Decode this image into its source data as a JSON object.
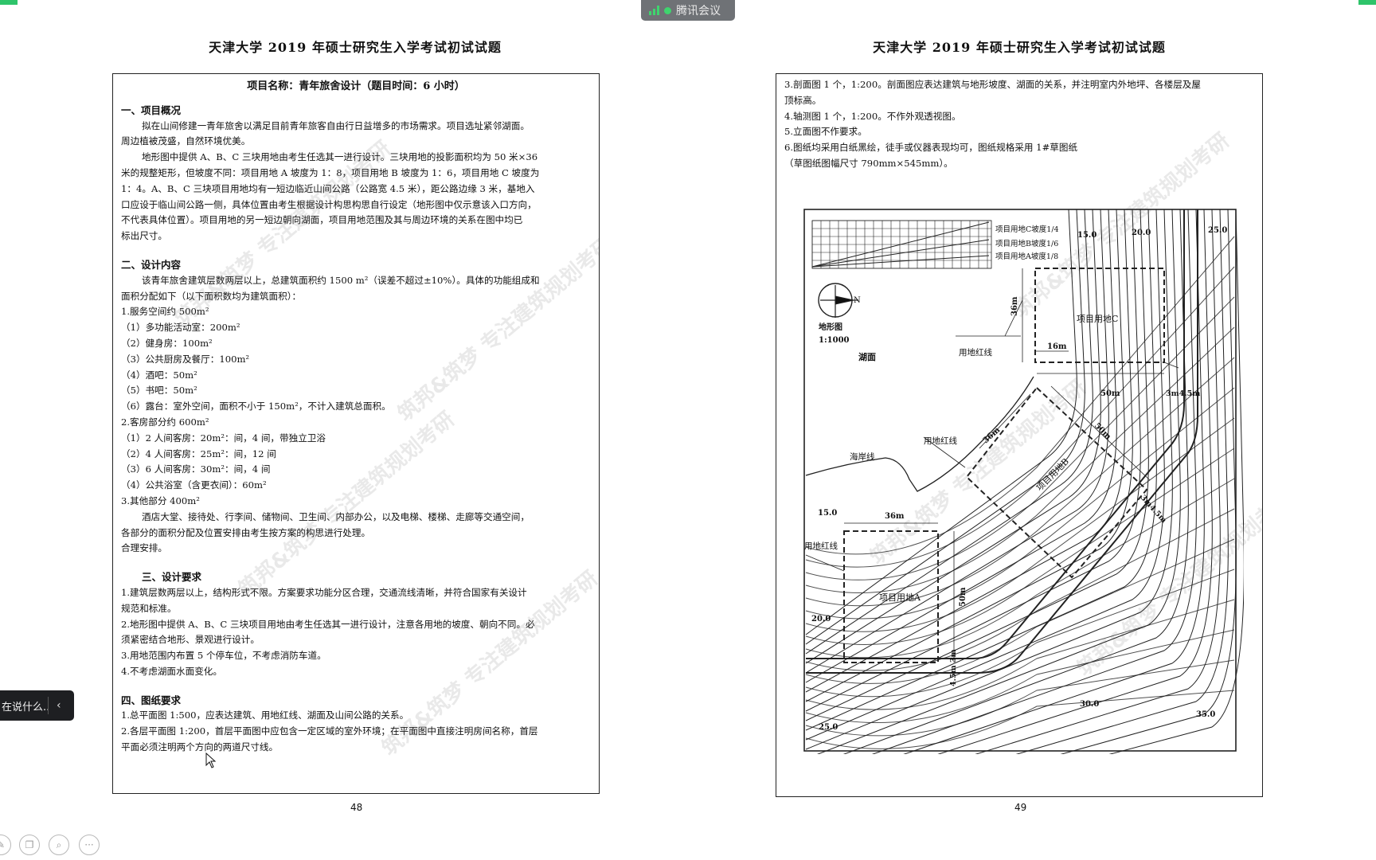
{
  "meeting_tab": {
    "label": "腾讯会议"
  },
  "left_page": {
    "header": "天津大学 2019 年硕士研究生入学考试初试试题",
    "main_title": "项目名称：青年旅舍设计（题目时间：6 小时）",
    "lines": [
      {
        "t": "一、项目概况",
        "k": "heading"
      },
      {
        "t": "拟在山间修建一青年旅舍以满足目前青年旅客自由行日益增多的市场需求。项目选址紧邻湖面。",
        "k": "indent"
      },
      {
        "t": "周边植被茂盛，自然环境优美。",
        "k": "line"
      },
      {
        "t": "地形图中提供 A、B、C 三块用地由考生任选其一进行设计。三块用地的投影面积均为 50 米×36",
        "k": "indent"
      },
      {
        "t": "米的规整矩形，但坡度不同：项目用地 A 坡度为 1：8，项目用地 B 坡度为 1：6，项目用地 C 坡度为",
        "k": "line"
      },
      {
        "t": "1：4。A、B、C 三块项目用地均有一短边临近山间公路（公路宽 4.5 米），距公路边缘 3 米，基地入",
        "k": "line"
      },
      {
        "t": "口应设于临山间公路一侧，具体位置由考生根据设计构思构思自行设定（地形图中仅示意该入口方向，",
        "k": "line"
      },
      {
        "t": "不代表具体位置）。项目用地的另一短边朝向湖面，项目用地范围及其与周边环境的关系在图中均已",
        "k": "line"
      },
      {
        "t": "标出尺寸。",
        "k": "line"
      },
      {
        "t": "",
        "k": "gap"
      },
      {
        "t": "二、设计内容",
        "k": "heading"
      },
      {
        "t": "该青年旅舍建筑层数两层以上，总建筑面积约 1500 m²（误差不超过±10%）。具体的功能组成和",
        "k": "indent"
      },
      {
        "t": "面积分配如下（以下面积数均为建筑面积）：",
        "k": "line"
      },
      {
        "t": "1.服务空间约 500m²",
        "k": "line"
      },
      {
        "t": "（1）多功能活动室：200m²",
        "k": "line"
      },
      {
        "t": "（2）健身房：100m²",
        "k": "line"
      },
      {
        "t": "（3）公共厨房及餐厅：100m²",
        "k": "line"
      },
      {
        "t": "（4）酒吧：50m²",
        "k": "line"
      },
      {
        "t": "（5）书吧：50m²",
        "k": "line"
      },
      {
        "t": "（6）露台：室外空间，面积不小于 150m²，不计入建筑总面积。",
        "k": "line"
      },
      {
        "t": "2.客房部分约 600m²",
        "k": "line"
      },
      {
        "t": "（1）2 人间客房：20m²：间，4 间，带独立卫浴",
        "k": "line"
      },
      {
        "t": "（2）4 人间客房：25m²：间，12 间",
        "k": "line"
      },
      {
        "t": "（3）6 人间客房：30m²：间，4 间",
        "k": "line"
      },
      {
        "t": "（4）公共浴室（含更衣间）：60m²",
        "k": "line"
      },
      {
        "t": "3.其他部分 400m²",
        "k": "line"
      },
      {
        "t": "酒店大堂、接待处、行李间、储物间、卫生间、内部办公，以及电梯、楼梯、走廊等交通空间，",
        "k": "indent"
      },
      {
        "t": "各部分的面积分配及位置安排由考生按方案的构思进行处理。",
        "k": "line"
      },
      {
        "t": "合理安排。",
        "k": "line"
      },
      {
        "t": "",
        "k": "gap"
      },
      {
        "t": "三、设计要求",
        "k": "heading-indent"
      },
      {
        "t": "1.建筑层数两层以上，结构形式不限。方案要求功能分区合理，交通流线清晰，并符合国家有关设计",
        "k": "line"
      },
      {
        "t": "规范和标准。",
        "k": "line"
      },
      {
        "t": "2.地形图中提供 A、B、C 三块项目用地由考生任选其一进行设计，注意各用地的坡度、朝向不同。必",
        "k": "line"
      },
      {
        "t": "须紧密结合地形、景观进行设计。",
        "k": "line"
      },
      {
        "t": "3.用地范围内布置 5 个停车位，不考虑消防车道。",
        "k": "line"
      },
      {
        "t": "4.不考虑湖面水面变化。",
        "k": "line"
      },
      {
        "t": "",
        "k": "gap"
      },
      {
        "t": "四、图纸要求",
        "k": "heading"
      },
      {
        "t": "1.总平面图 1:500，应表达建筑、用地红线、湖面及山间公路的关系。",
        "k": "line"
      },
      {
        "t": "2.各层平面图 1:200，首层平面图中应包含一定区域的室外环境；在平面图中直接注明房间名称，首层",
        "k": "line"
      },
      {
        "t": "平面必须注明两个方向的两道尺寸线。",
        "k": "line"
      }
    ],
    "page_number": "48"
  },
  "right_page": {
    "header": "天津大学 2019 年硕士研究生入学考试初试试题",
    "lines": [
      "3.剖面图 1 个，1:200。剖面图应表达建筑与地形坡度、湖面的关系，并注明室内外地坪、各楼层及屋",
      "顶标高。",
      "4.轴测图 1 个，1:200。不作外观透视图。",
      "5.立面图不作要求。",
      "6.图纸均采用白纸黑绘，徒手或仪器表现均可，图纸规格采用 1#草图纸",
      "（草图纸图幅尺寸 790mm×545mm）。"
    ],
    "page_number": "49",
    "map": {
      "legend_c": "项目用地C坡度1/4",
      "legend_b": "项目用地B坡度1/6",
      "legend_a": "项目用地A坡度1/8",
      "north": "N",
      "map_title": "地形图",
      "map_scale": "1:1000",
      "lake": "湖面",
      "shoreline": "海岸线",
      "redline_1": "用地红线",
      "redline_2": "用地红线",
      "redline_3": "用地红线",
      "site_a": "项目用地A",
      "site_b": "项目用地B",
      "site_c": "项目用地C",
      "dim_36m": "36m",
      "dim_50m": "50m",
      "dim_16m": "16m",
      "dim_3m45m": "3m4.5m",
      "dim_45m3m": "4.5m 3m",
      "contour_150_a": "15.0",
      "contour_150_b": "15.0",
      "contour_200_a": "20.0",
      "contour_200_b": "20.0",
      "contour_250_a": "25.0",
      "contour_250_b": "25.0",
      "contour_300": "30.0",
      "contour_350": "35.0"
    }
  },
  "watermark": {
    "text": "筑邦&筑梦 专注建筑规划考研"
  },
  "side_pill": {
    "text": "在说什么...",
    "chevron": "‹"
  },
  "colors": {
    "accent_green": "#2ec46a",
    "meeting_tab": "#6f7276",
    "pill": "#1e1f22"
  }
}
